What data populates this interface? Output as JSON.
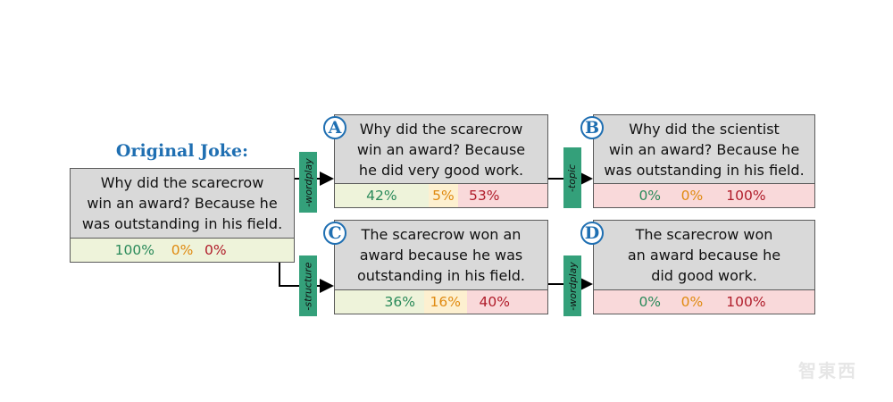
{
  "title": "Original Joke:",
  "original": {
    "text": "Why did the scarecrow\nwin an award? Because he\nwas outstanding in his field.",
    "scores": [
      "100%",
      "0%",
      "0%"
    ]
  },
  "variants": [
    {
      "label": "A",
      "tag": "-wordplay",
      "text": "Why did the scarecrow\nwin an award? Because\nhe did very good work.",
      "scores": [
        "42%",
        "5%",
        "53%"
      ]
    },
    {
      "label": "B",
      "tag": "-topic",
      "text": "Why did the scientist\nwin an award? Because he\nwas outstanding in his field.",
      "scores": [
        "0%",
        "0%",
        "100%"
      ]
    },
    {
      "label": "C",
      "tag": "-structure",
      "text": "The scarecrow won an\naward because he was\noutstanding in his field.",
      "scores": [
        "36%",
        "16%",
        "40%"
      ]
    },
    {
      "label": "D",
      "tag": "-wordplay",
      "text": "The scarecrow won\nan award because he\ndid good work.",
      "scores": [
        "0%",
        "0%",
        "100%"
      ]
    }
  ],
  "colors": {
    "green": "#eef3da",
    "orange": "#fdf0d0",
    "red": "#f9d9da",
    "accent": "#1f6fb2",
    "tag": "#34a07a"
  },
  "watermark": "智東西"
}
